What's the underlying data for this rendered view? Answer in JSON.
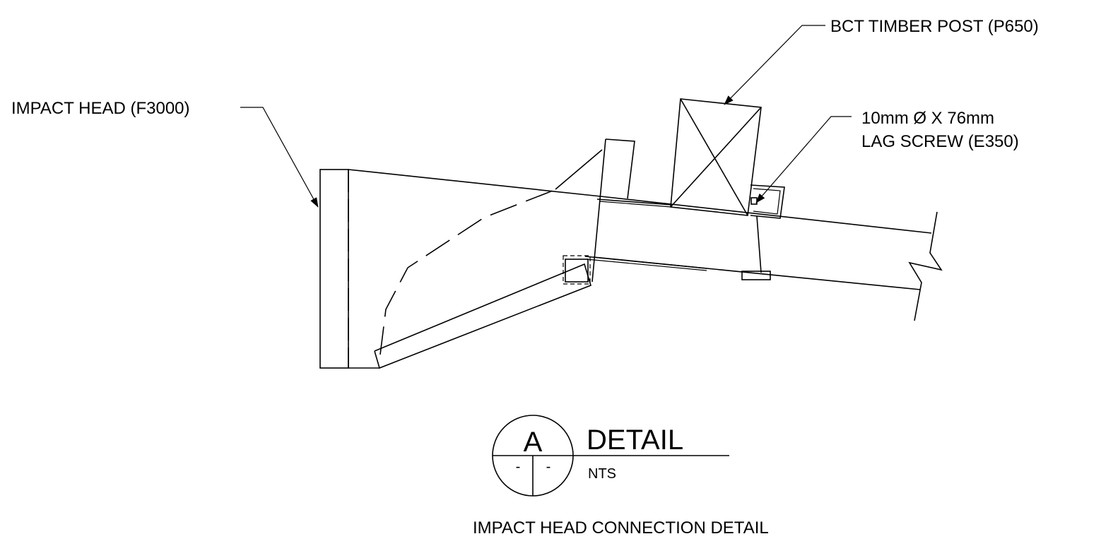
{
  "labels": {
    "impact_head": "IMPACT HEAD (F3000)",
    "timber_post": "BCT TIMBER POST (P650)",
    "lag_screw_line1": "10mm Ø X 76mm",
    "lag_screw_line2": "LAG SCREW (E350)"
  },
  "detail_marker": {
    "letter": "A",
    "sheet_left": "-",
    "sheet_right": "-",
    "heading": "DETAIL",
    "scale": "NTS"
  },
  "caption": "IMPACT HEAD CONNECTION DETAIL"
}
